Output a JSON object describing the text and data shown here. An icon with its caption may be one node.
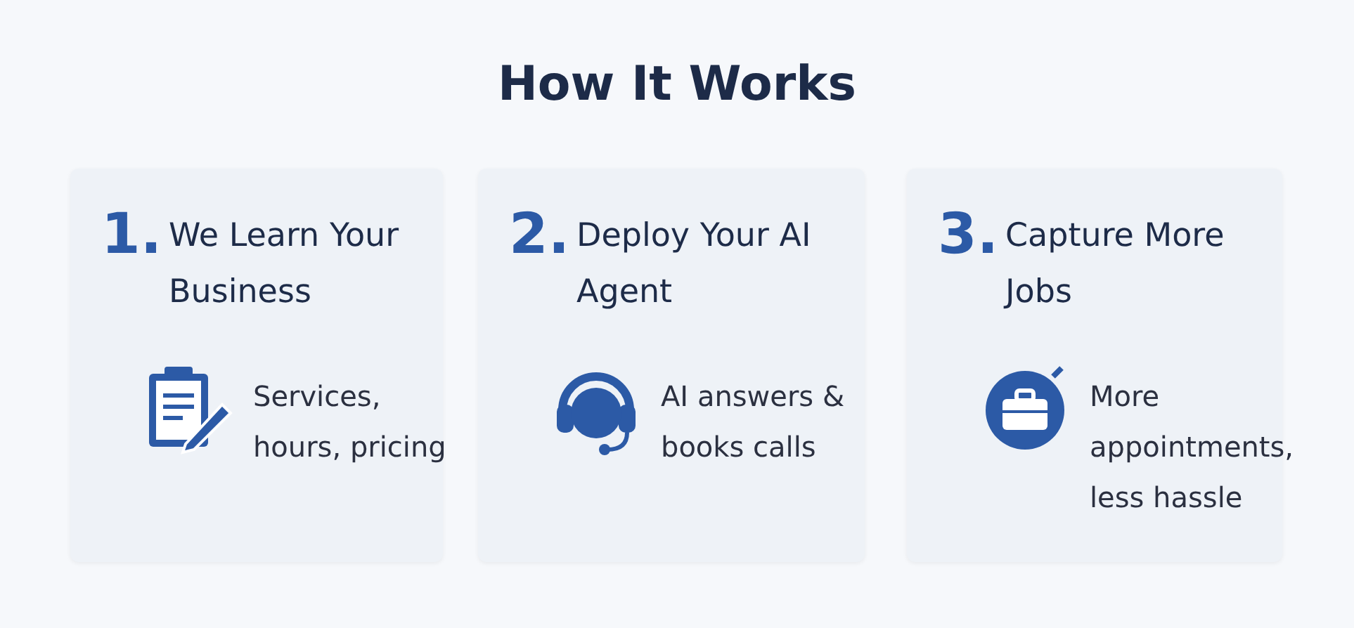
{
  "diagram": {
    "title": "How It Works",
    "nodes": [
      {
        "text": [
          "1.",
          "We Learn Your Business",
          "Services, hours, pricing"
        ]
      },
      {
        "text": [
          "2.",
          "Deploy Your AI Agent",
          "AI answers & books calls"
        ]
      },
      {
        "text": [
          "3.",
          "Capture More Jobs",
          "More appointments, less hassle"
        ]
      }
    ]
  }
}
